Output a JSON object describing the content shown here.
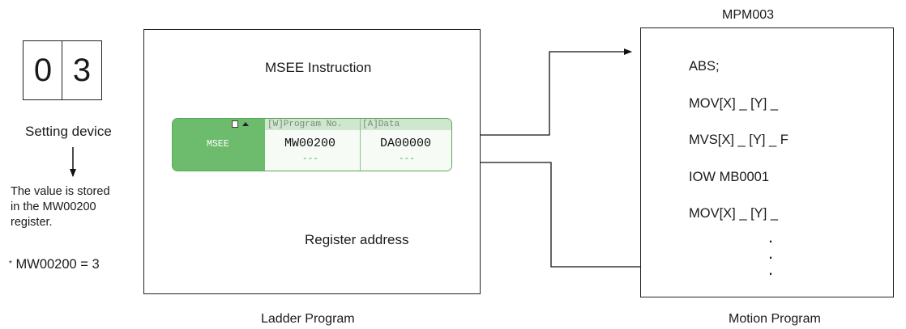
{
  "setting_device": {
    "digits": [
      "0",
      "3"
    ],
    "label": "Setting device",
    "note_lines": [
      "The value is stored",
      "in the MW00200",
      "register."
    ],
    "footnote_marker": "*",
    "footnote": "MW00200 = 3"
  },
  "ladder": {
    "title": "MSEE Instruction",
    "caption": "Ladder Program",
    "register_label": "Register address",
    "block": {
      "name": "MSEE",
      "col1_header": "[W]Program No.",
      "col1_value": "MW00200",
      "col1_sub": "---",
      "col2_header": "[A]Data",
      "col2_value": "DA00000",
      "col2_sub": "---"
    }
  },
  "motion": {
    "title": "MPM003",
    "caption": "Motion Program",
    "lines": [
      "ABS;",
      "MOV[X] _ [Y] _",
      "MVS[X] _ [Y] _ F",
      "IOW MB0001",
      "MOV[X] _ [Y] _"
    ],
    "ellipsis": [
      "·",
      "·",
      "·"
    ]
  },
  "colors": {
    "block_green": "#6dbb6d",
    "block_border": "#5aa85a",
    "header_text": "#7b8a7b",
    "dash_text": "#3aa04a"
  }
}
